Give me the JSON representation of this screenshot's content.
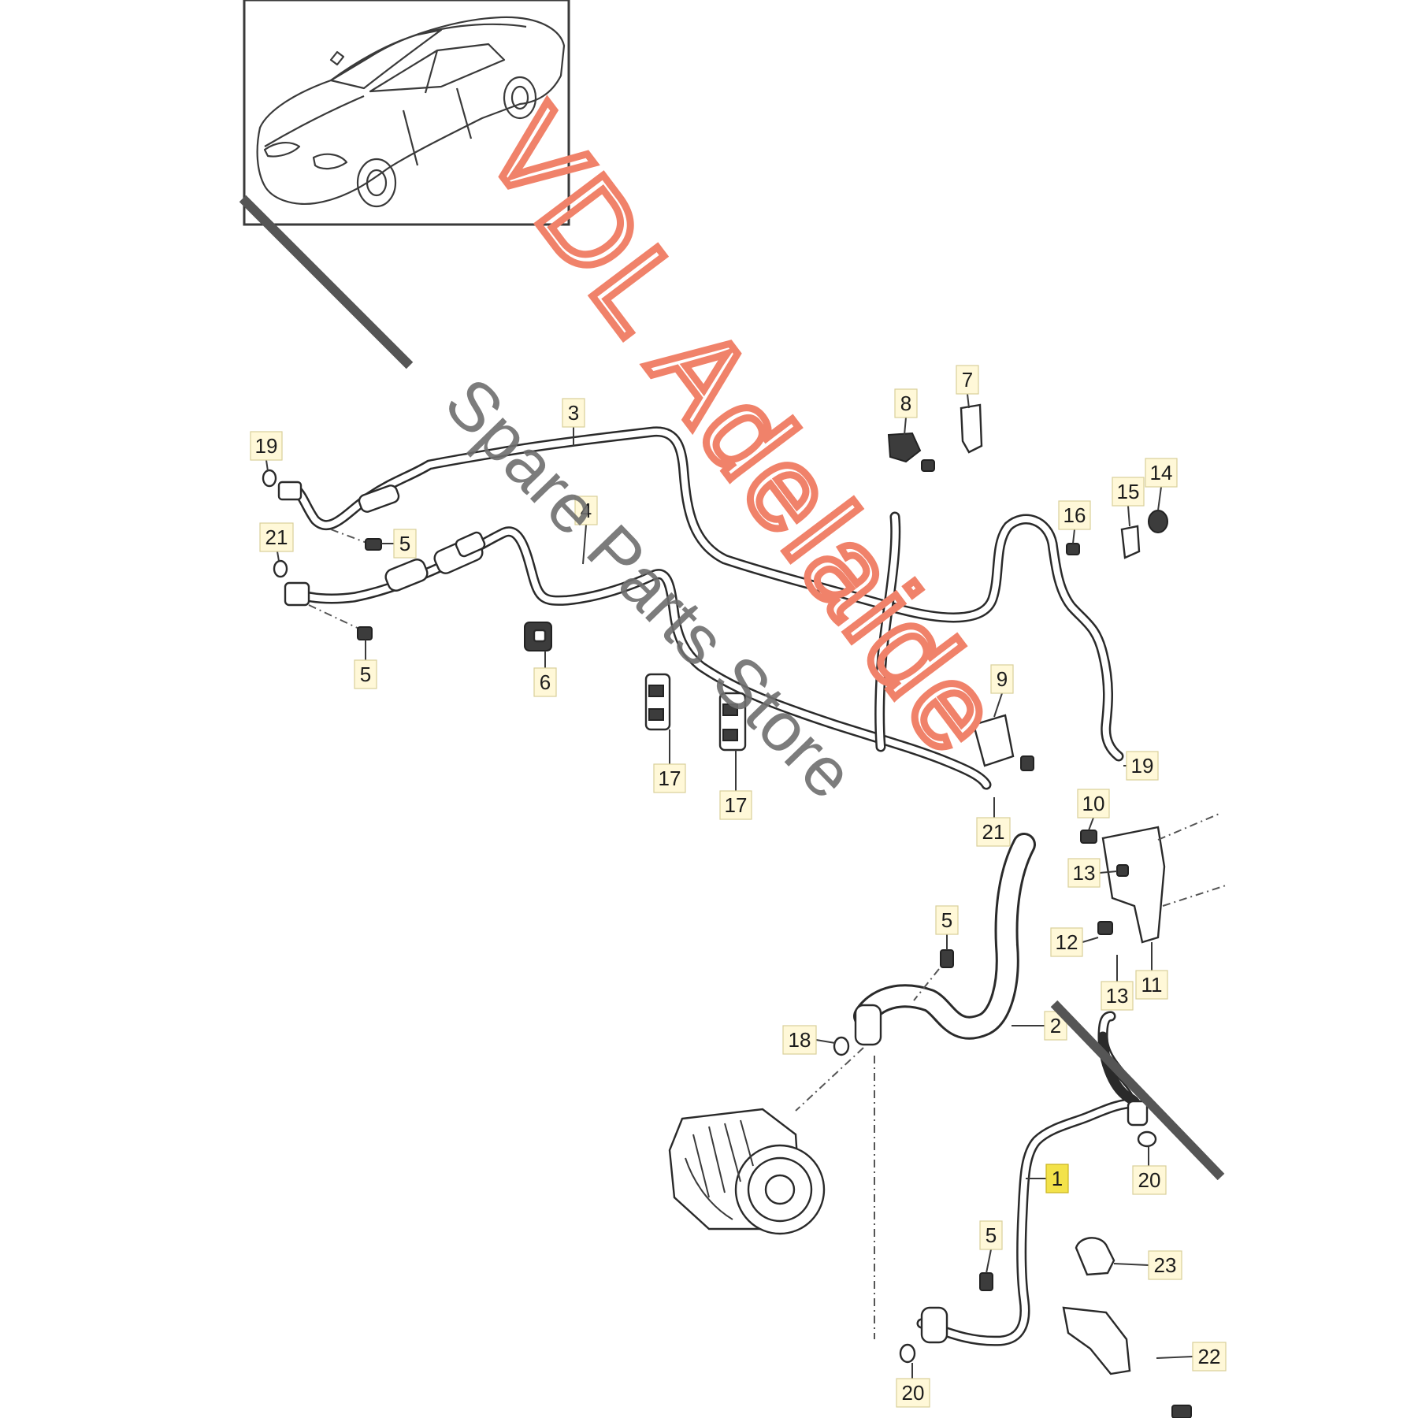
{
  "labels": [
    {
      "id": "p1",
      "text": "1",
      "highlight": true
    },
    {
      "id": "p2",
      "text": "2"
    },
    {
      "id": "p3",
      "text": "3"
    },
    {
      "id": "p4",
      "text": "4"
    },
    {
      "id": "p5a",
      "text": "5"
    },
    {
      "id": "p5b",
      "text": "5"
    },
    {
      "id": "p5c",
      "text": "5"
    },
    {
      "id": "p5d",
      "text": "5"
    },
    {
      "id": "p6",
      "text": "6"
    },
    {
      "id": "p7",
      "text": "7"
    },
    {
      "id": "p8",
      "text": "8"
    },
    {
      "id": "p9",
      "text": "9"
    },
    {
      "id": "p10",
      "text": "10"
    },
    {
      "id": "p11",
      "text": "11"
    },
    {
      "id": "p12",
      "text": "12"
    },
    {
      "id": "p13a",
      "text": "13"
    },
    {
      "id": "p13b",
      "text": "13"
    },
    {
      "id": "p14",
      "text": "14"
    },
    {
      "id": "p15",
      "text": "15"
    },
    {
      "id": "p16",
      "text": "16"
    },
    {
      "id": "p17a",
      "text": "17"
    },
    {
      "id": "p17b",
      "text": "17"
    },
    {
      "id": "p18",
      "text": "18"
    },
    {
      "id": "p19a",
      "text": "19"
    },
    {
      "id": "p19b",
      "text": "19"
    },
    {
      "id": "p20a",
      "text": "20"
    },
    {
      "id": "p20b",
      "text": "20"
    },
    {
      "id": "p21a",
      "text": "21"
    },
    {
      "id": "p21b",
      "text": "21"
    },
    {
      "id": "p22",
      "text": "22"
    },
    {
      "id": "p23",
      "text": "23"
    }
  ],
  "watermark": {
    "brand": "VDL Adelaide",
    "tagline": "Spare Parts Store",
    "brand_color": "#f0826a",
    "tagline_color": "#6e6e6e"
  }
}
